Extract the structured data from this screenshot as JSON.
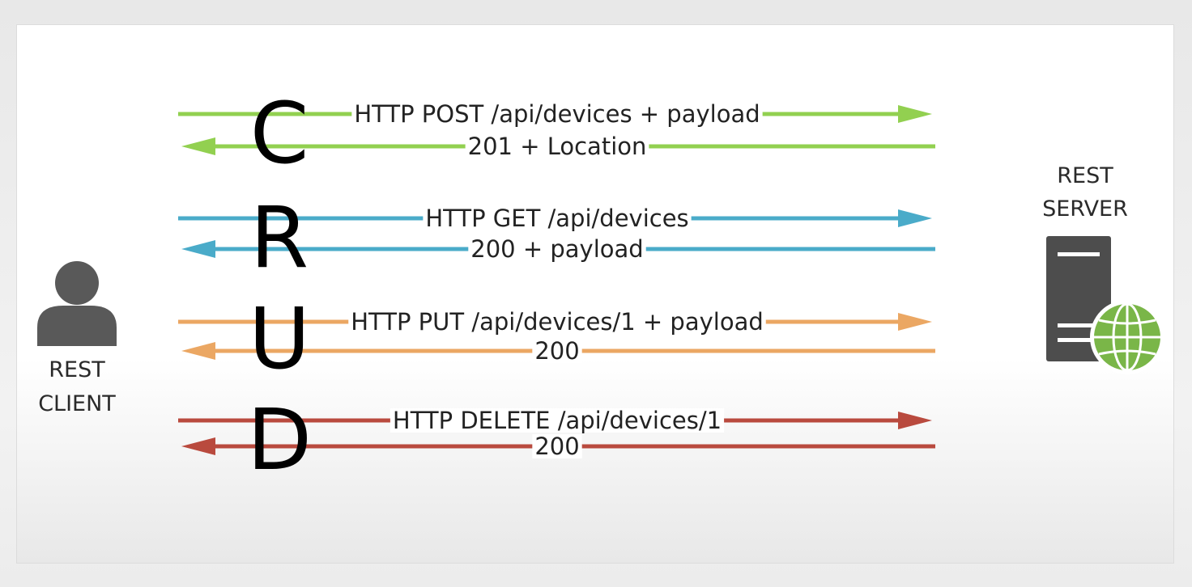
{
  "client": {
    "label_line1": "REST",
    "label_line2": "CLIENT",
    "icon": "person-icon",
    "icon_color": "#595959"
  },
  "server": {
    "label_line1": "REST",
    "label_line2": "SERVER",
    "icon": "server-globe-icon",
    "server_color": "#4d4d4d",
    "globe_color": "#7ab648"
  },
  "crud": [
    "C",
    "R",
    "U",
    "D"
  ],
  "operations": [
    {
      "letter": "C",
      "color": "#92d050",
      "request": "HTTP POST /api/devices + payload",
      "response": "201 + Location"
    },
    {
      "letter": "R",
      "color": "#4aabc9",
      "request": "HTTP GET /api/devices",
      "response": "200 + payload"
    },
    {
      "letter": "U",
      "color": "#eba763",
      "request": "HTTP PUT /api/devices/1 + payload",
      "response": "200"
    },
    {
      "letter": "D",
      "color": "#b94a3e",
      "request": "HTTP DELETE /api/devices/1",
      "response": "200"
    }
  ]
}
